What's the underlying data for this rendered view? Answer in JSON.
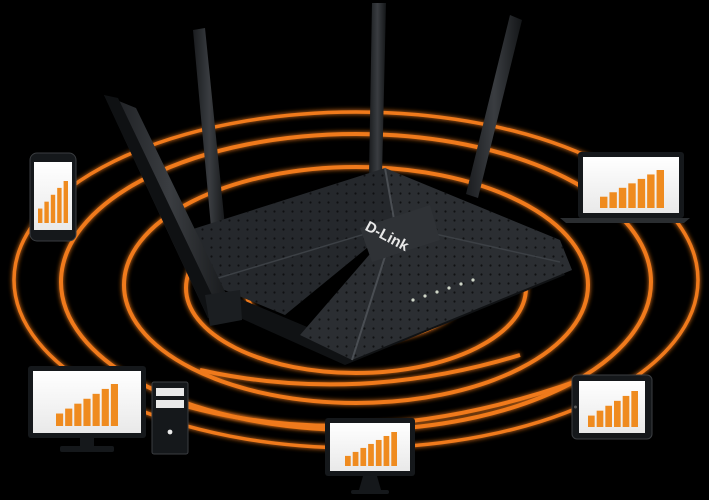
{
  "router": {
    "brand_logo": "D-Link",
    "body_color": "#24272a",
    "antenna_count": 4
  },
  "signal_waves": {
    "color": "#f07a1a",
    "glow_color": "#ff8c1a",
    "ring_count": 5
  },
  "devices": [
    {
      "type": "smartphone",
      "icon": "smartphone-icon",
      "signal_bars": 5
    },
    {
      "type": "laptop",
      "icon": "laptop-icon",
      "signal_bars": 7
    },
    {
      "type": "desktop-monitor",
      "icon": "desktop-monitor-icon",
      "signal_bars": 7
    },
    {
      "type": "desktop-tower",
      "icon": "desktop-tower-icon"
    },
    {
      "type": "imac",
      "icon": "imac-icon",
      "signal_bars": 7
    },
    {
      "type": "tablet",
      "icon": "tablet-icon",
      "signal_bars": 6
    }
  ],
  "colors": {
    "background": "#000000",
    "bar_color": "#ef8b1f",
    "screen_color": "#ffffff",
    "device_frame": "#15181b"
  }
}
